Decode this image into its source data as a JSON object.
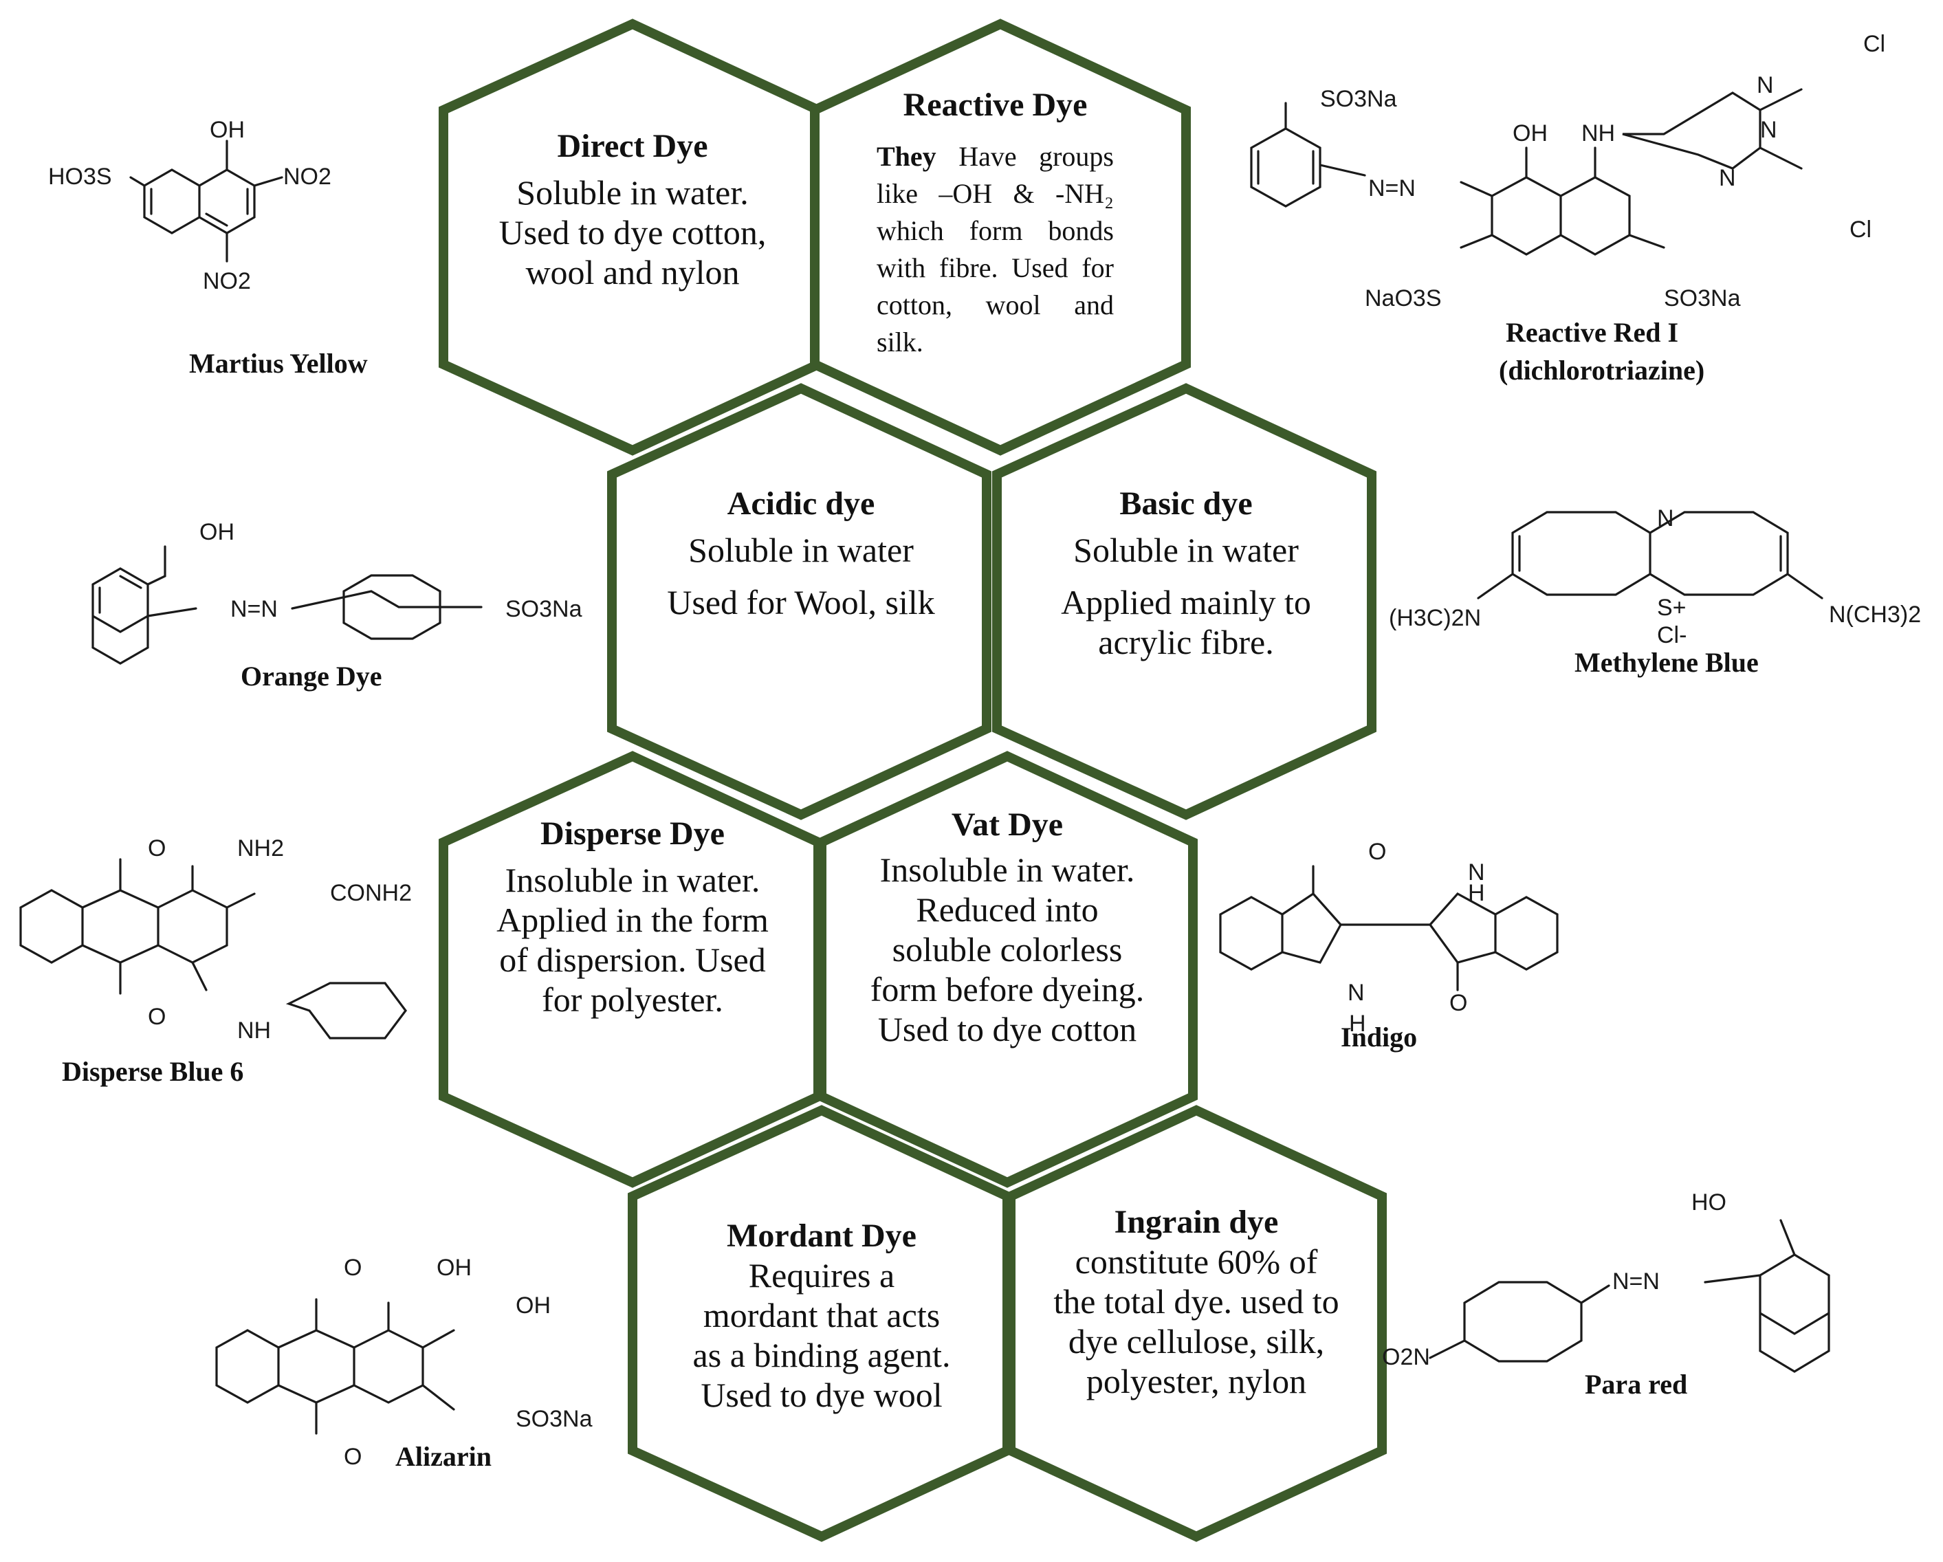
{
  "dye_classes": {
    "direct": {
      "title": "Direct Dye",
      "text": "Soluble in water. Used to dye cotton, wool and nylon"
    },
    "reactive": {
      "title": "Reactive Dye",
      "lead": "They",
      "text": "Have groups like –OH & -NH₂ which form bonds with fibre. Used for cotton, wool and silk."
    },
    "acidic": {
      "title": "Acidic dye",
      "text1": "Soluble in water",
      "text2": "Used for Wool, silk"
    },
    "basic": {
      "title": "Basic dye",
      "text1": "Soluble in water",
      "text2": "Applied mainly to acrylic fibre."
    },
    "disperse": {
      "title": "Disperse Dye",
      "text": "Insoluble in water. Applied in the form of dispersion. Used for polyester."
    },
    "vat": {
      "title": "Vat Dye",
      "text": "Insoluble in water. Reduced into soluble colorless form before dyeing. Used to dye cotton"
    },
    "mordant": {
      "title": "Mordant Dye",
      "text": "Requires a mordant that acts as a binding agent. Used to dye wool"
    },
    "ingrain": {
      "title": "Ingrain dye",
      "text": "constitute 60% of the total dye. used to dye cellulose, silk, polyester, nylon"
    }
  },
  "compounds": {
    "martius_yellow": {
      "name": "Martius Yellow",
      "groups": [
        "OH",
        "HO3S",
        "NO2",
        "NO2"
      ]
    },
    "reactive_red": {
      "name": "Reactive Red I",
      "name2": "(dichlorotriazine)",
      "groups": [
        "SO3Na",
        "OH",
        "NH",
        "N",
        "N",
        "N",
        "Cl",
        "Cl",
        "N=N",
        "NaO3S",
        "SO3Na"
      ]
    },
    "orange_dye": {
      "name": "Orange Dye",
      "groups": [
        "OH",
        "N=N",
        "SO3Na"
      ]
    },
    "methylene_blue": {
      "name": "Methylene Blue",
      "groups": [
        "N",
        "S+",
        "Cl-",
        "(H3C)2N",
        "N(CH3)2"
      ]
    },
    "disperse_blue": {
      "name": "Disperse Blue 6",
      "groups": [
        "O",
        "O",
        "NH2",
        "CONH2",
        "NH"
      ]
    },
    "indigo": {
      "name": "Indigo",
      "groups": [
        "O",
        "O",
        "N",
        "H",
        "H",
        "N"
      ]
    },
    "alizarin": {
      "name": "Alizarin",
      "groups": [
        "O",
        "O",
        "OH",
        "OH",
        "SO3Na"
      ]
    },
    "para_red": {
      "name": "Para red",
      "groups": [
        "HO",
        "N=N",
        "O2N"
      ]
    }
  },
  "colors": {
    "hex_border": "#3c5a2a",
    "text": "#111111"
  }
}
